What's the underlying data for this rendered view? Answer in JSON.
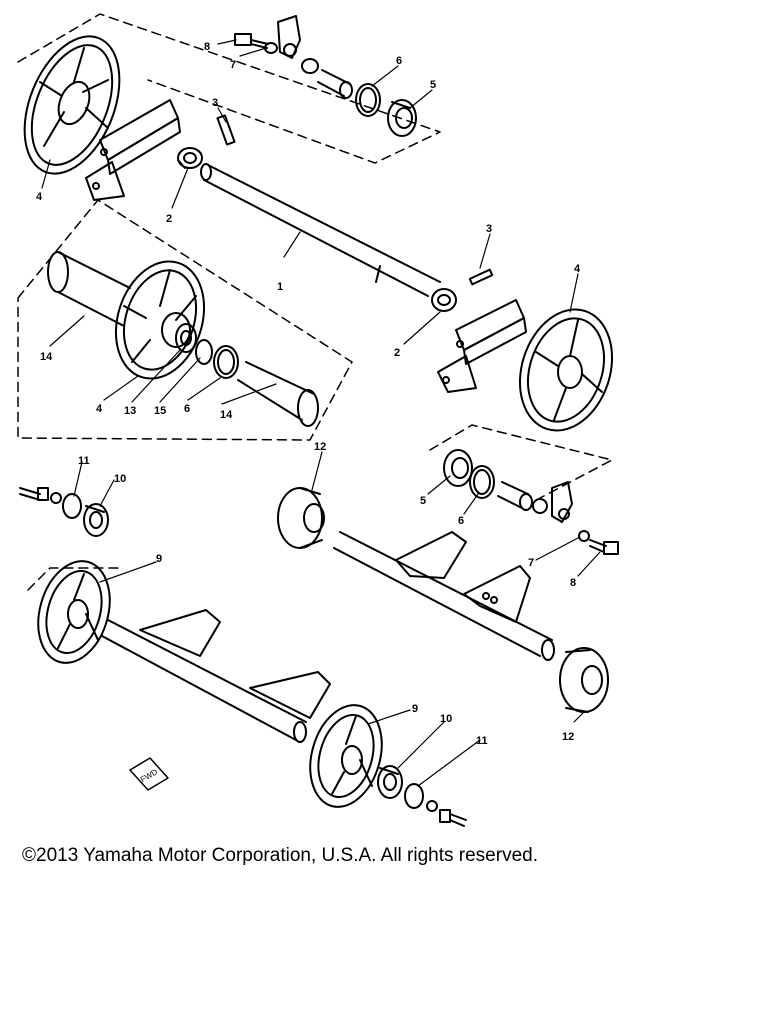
{
  "copyright": "©2013 Yamaha Motor Corporation, U.S.A. All rights reserved.",
  "callouts": [
    "1",
    "2",
    "2",
    "3",
    "3",
    "4",
    "4",
    "4",
    "5",
    "5",
    "6",
    "6",
    "6",
    "7",
    "7",
    "8",
    "8",
    "9",
    "9",
    "10",
    "10",
    "11",
    "11",
    "12",
    "12",
    "13",
    "14",
    "14",
    "15"
  ],
  "fwd_marker": "FWD",
  "line_color": "#000000"
}
